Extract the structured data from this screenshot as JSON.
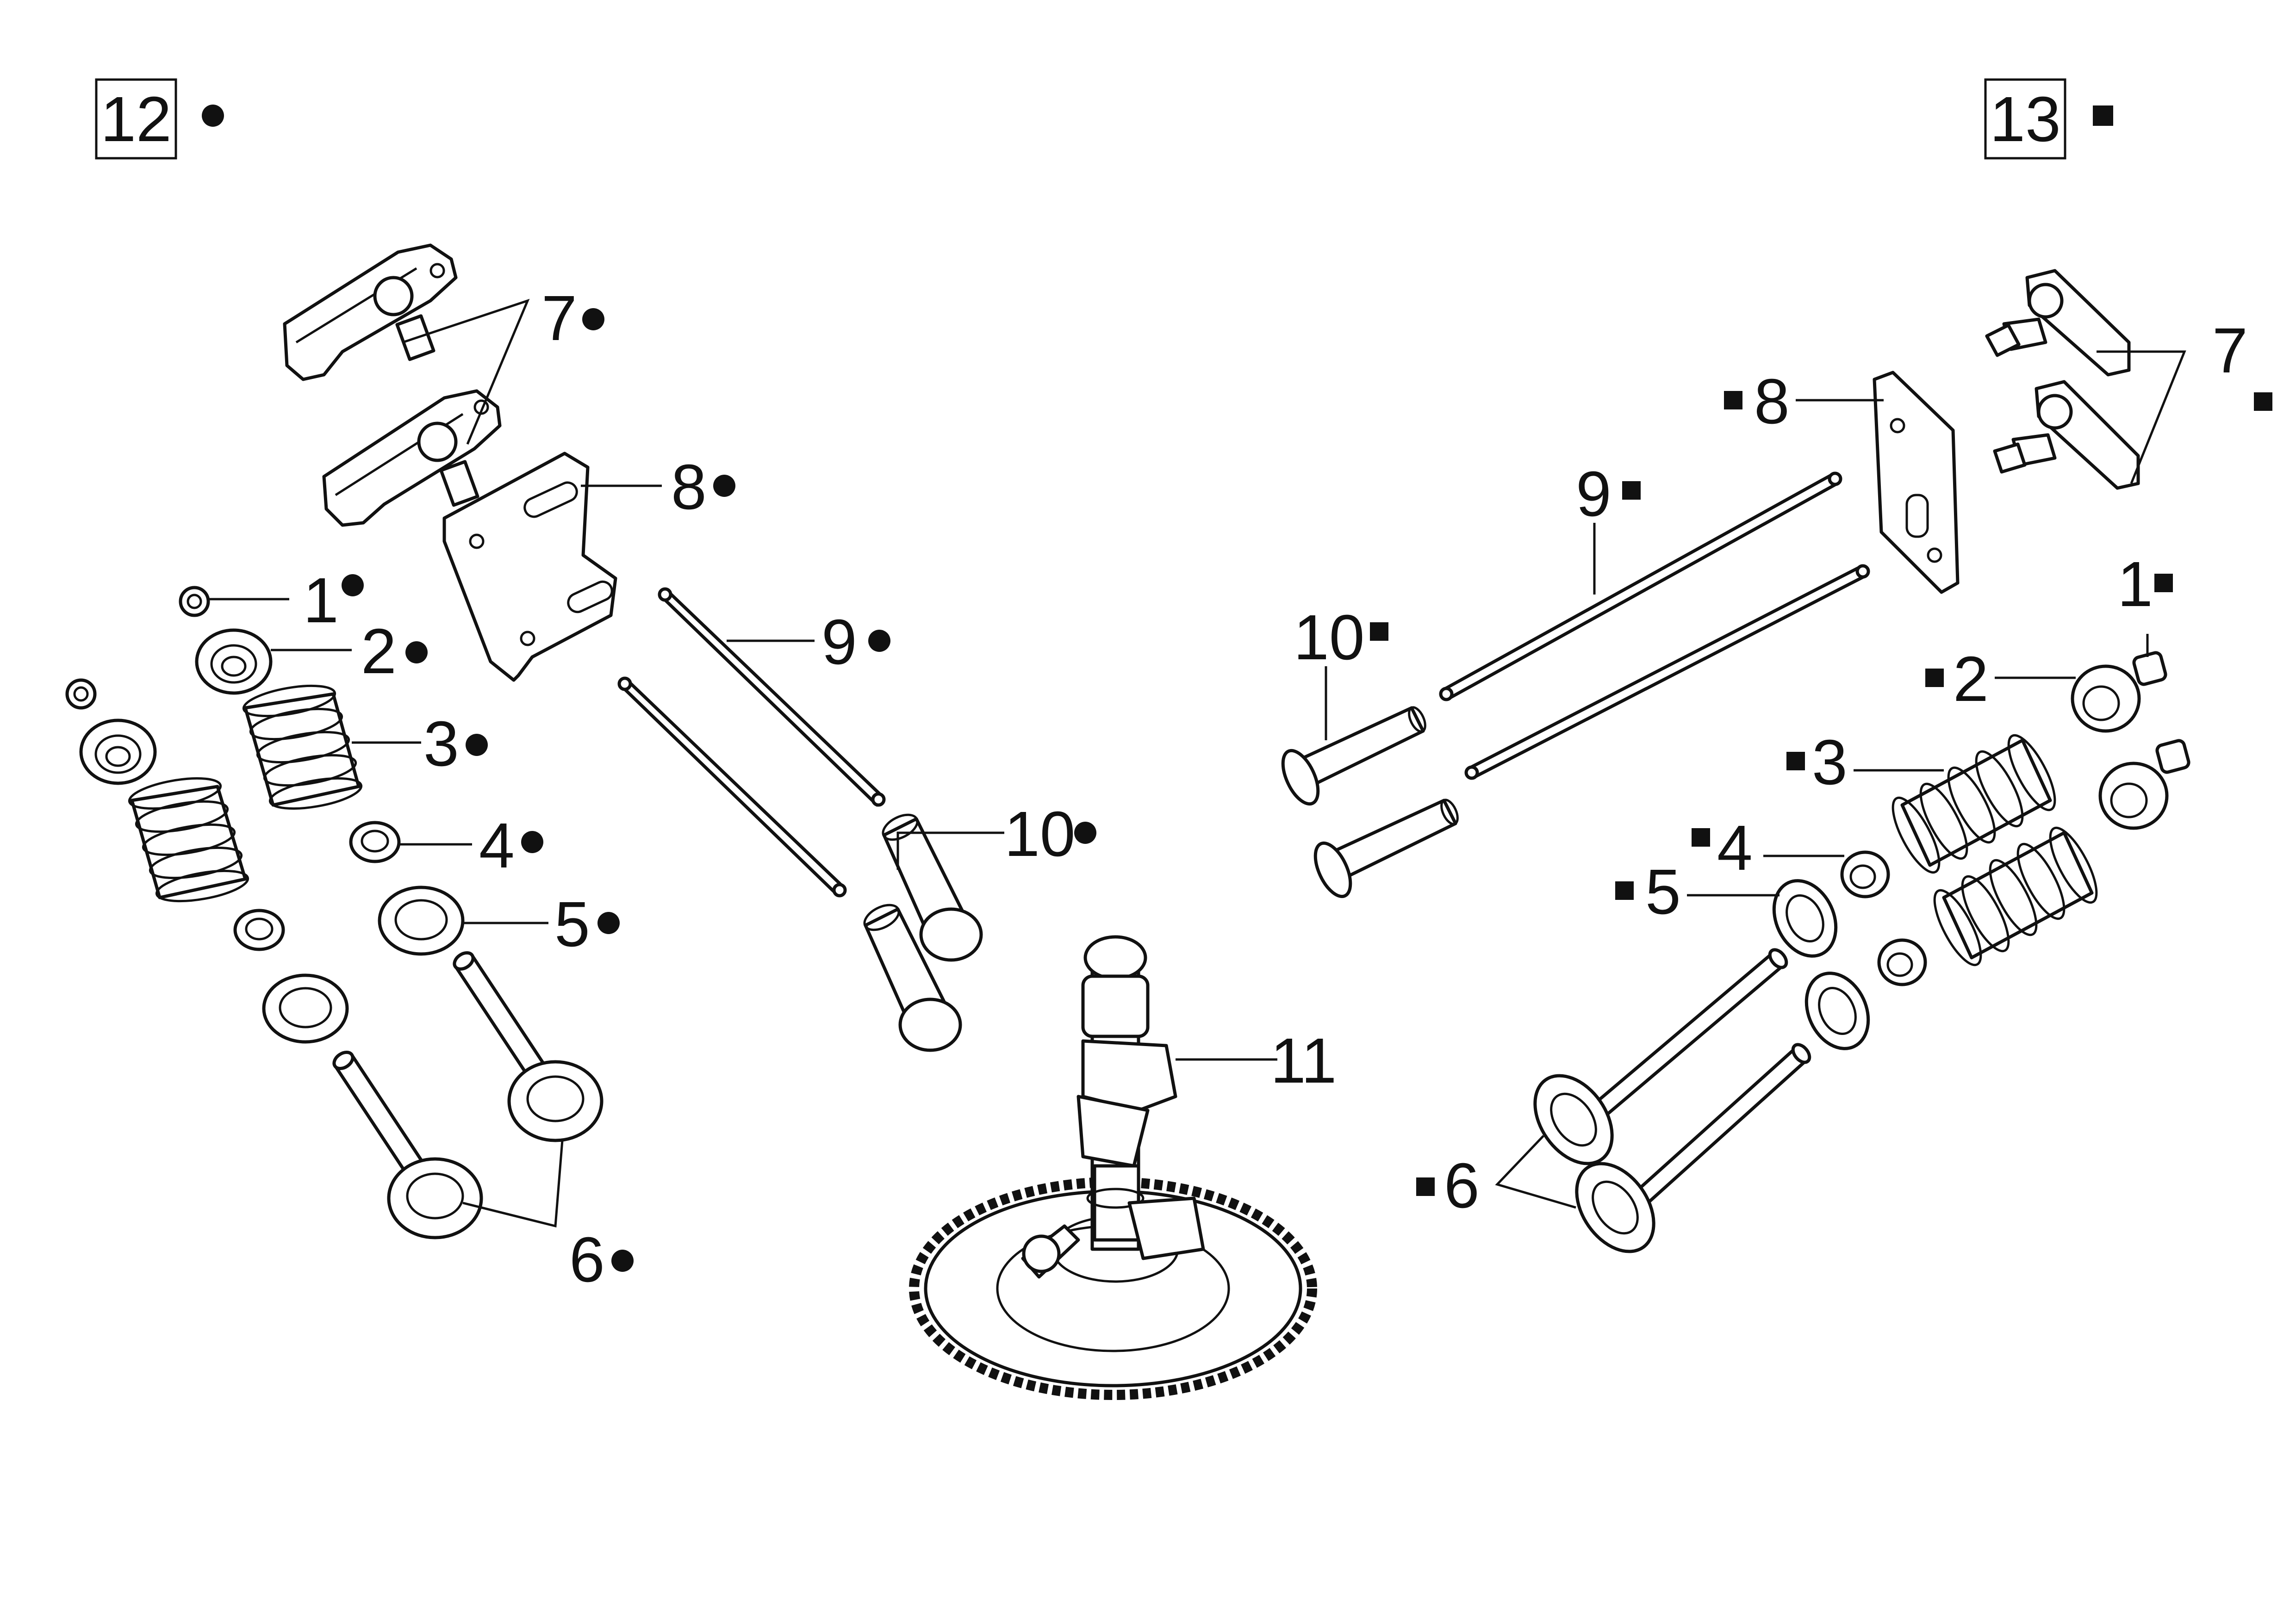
{
  "groups": {
    "left": {
      "kit_number": "12",
      "marker": "dot-icon"
    },
    "right": {
      "kit_number": "13",
      "marker": "square-icon"
    }
  },
  "left_labels": {
    "p1": "1",
    "p2": "2",
    "p3": "3",
    "p4": "4",
    "p5": "5",
    "p6": "6",
    "p7": "7",
    "p8": "8",
    "p9": "9",
    "p10": "10"
  },
  "right_labels": {
    "p1": "1",
    "p2": "2",
    "p3": "3",
    "p4": "4",
    "p5": "5",
    "p6": "6",
    "p7": "7",
    "p8": "8",
    "p9": "9",
    "p10": "10"
  },
  "center_labels": {
    "p11": "11"
  },
  "colors": {
    "line": "#111111",
    "background": "#ffffff"
  }
}
